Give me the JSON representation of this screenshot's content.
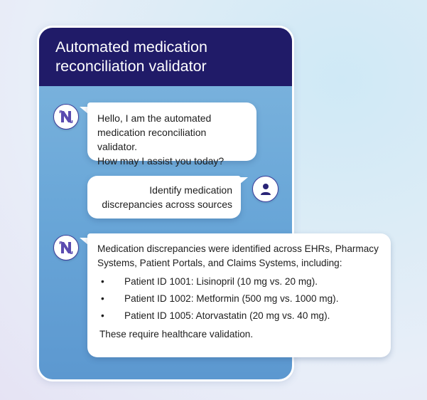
{
  "header": {
    "title": "Automated medication reconciliation validator"
  },
  "messages": {
    "bot_greeting": {
      "line1": "Hello, I am the automated",
      "line2": "medication reconciliation validator.",
      "line3": "How may I assist you today?"
    },
    "user_request": {
      "line1": "Identify medication",
      "line2": "discrepancies across sources"
    },
    "bot_result": {
      "intro": "Medication discrepancies were identified across EHRs, Pharmacy Systems, Patient Portals, and Claims Systems, including:",
      "items": [
        "Patient ID 1001: Lisinopril (10 mg vs. 20 mg).",
        "Patient ID 1002: Metformin (500 mg vs. 1000 mg).",
        "Patient ID 1005: Atorvastatin (20 mg vs. 40 mg)."
      ],
      "footer": "These require healthcare validation."
    }
  },
  "icons": {
    "bot": "bot-logo-icon",
    "user": "user-icon"
  },
  "colors": {
    "header": "#201b68",
    "accent": "#3c3c9a",
    "bot_logo": "#5b4bb0"
  }
}
